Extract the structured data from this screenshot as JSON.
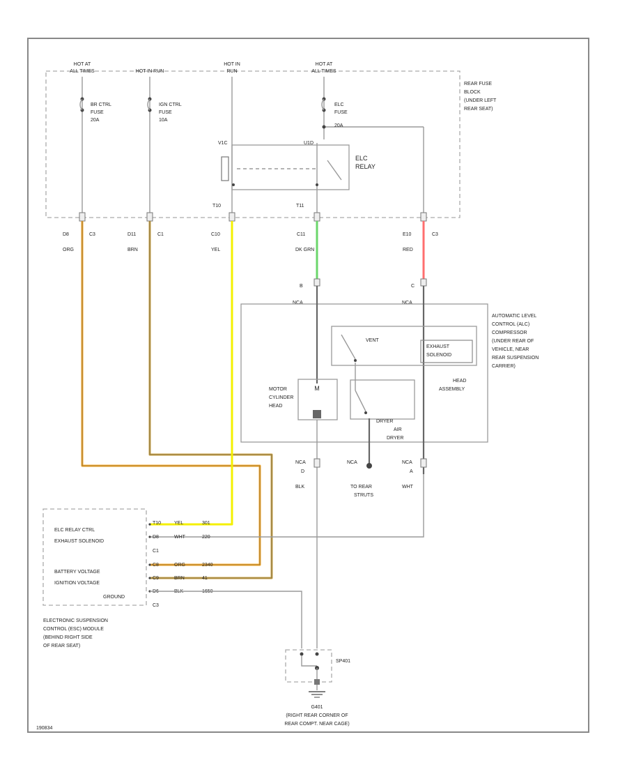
{
  "colors": {
    "orange": "#f5a623",
    "brown": "#c8a040",
    "yellow": "#f4f000",
    "dk_green": "#6bd66b",
    "red": "#ff6f6f"
  },
  "fuse_block": {
    "feeds": [
      {
        "l1": "HOT AT",
        "l2": "ALL TIMES"
      },
      {
        "l1": "HOT IN RUN",
        "l2": ""
      },
      {
        "l1": "HOT IN",
        "l2": "RUN"
      },
      {
        "l1": "HOT AT",
        "l2": "ALL TIMES"
      }
    ],
    "fuses": [
      {
        "l1": "BR CTRL",
        "l2": "FUSE",
        "l3": "20A"
      },
      {
        "l1": "IGN CTRL",
        "l2": "FUSE",
        "l3": "10A"
      },
      {
        "l1": "ELC",
        "l2": "FUSE",
        "l3": "20A"
      }
    ],
    "label": [
      "REAR FUSE",
      "BLOCK",
      "(UNDER LEFT",
      "REAR SEAT)"
    ],
    "relay": {
      "label1": "ELC",
      "label2": "RELAY",
      "pin1": "V1C",
      "pin2": "U1D"
    },
    "pins": [
      "T10",
      "T11"
    ]
  },
  "connectors": [
    {
      "pin": "D8",
      "conn": "C3",
      "color": "ORG"
    },
    {
      "pin": "D11",
      "conn": "C1",
      "color": "BRN"
    },
    {
      "pin": "C10",
      "conn": "",
      "color": "YEL"
    },
    {
      "pin": "C11",
      "conn": "",
      "color": "DK GRN"
    },
    {
      "pin": "E10",
      "conn": "C3",
      "color": "RED"
    }
  ],
  "alc": {
    "pins_top": [
      {
        "pin": "B",
        "conn": "NCA"
      },
      {
        "pin": "C",
        "conn": "NCA"
      }
    ],
    "label": [
      "AUTOMATIC LEVEL",
      "CONTROL (ALC)",
      "COMPRESSOR",
      "(UNDER REAR OF",
      "VEHICLE, NEAR",
      "REAR SUSPENSION",
      "CARRIER)"
    ],
    "vent": "VENT",
    "exhaust": [
      "EXHAUST",
      "SOLENOID"
    ],
    "motor": [
      "MOTOR",
      "CYLINDER",
      "HEAD"
    ],
    "head": [
      "HEAD",
      "ASSEMBLY"
    ],
    "dryer": [
      "DRYER",
      "AIR",
      "DRYER"
    ],
    "pins_bottom": [
      {
        "conn": "NCA",
        "pin": "D",
        "color": "BLK"
      },
      {
        "conn": "NCA",
        "pin": "",
        "color": ""
      },
      {
        "conn": "NCA",
        "pin": "A",
        "color": "WHT"
      }
    ],
    "to_struts": [
      "TO REAR",
      "STRUTS"
    ]
  },
  "esc": {
    "rows": [
      {
        "label": "ELC RELAY CTRL",
        "pin": "T10",
        "color": "YEL",
        "ckt": "301"
      },
      {
        "label": "EXHAUST SOLENOID",
        "pin": "D8",
        "color": "WHT",
        "ckt": "220"
      },
      {
        "label": "BATTERY VOLTAGE",
        "pin": "C8",
        "color": "ORG",
        "ckt": "2340"
      },
      {
        "label": "IGNITION VOLTAGE",
        "pin": "C9",
        "color": "BRN",
        "ckt": "41"
      },
      {
        "label": "GROUND",
        "pin": "D6",
        "color": "BLK",
        "ckt": "1650"
      }
    ],
    "conns": [
      "C1",
      "C3"
    ],
    "label": [
      "ELECTRONIC SUSPENSION",
      "CONTROL (ESC) MODULE",
      "(BEHIND RIGHT SIDE",
      "OF REAR SEAT)"
    ]
  },
  "ground": {
    "splice": "SP401",
    "label1": "G401",
    "label2": "(RIGHT REAR CORNER OF",
    "label3": "REAR COMPT. NEAR CAGE)"
  },
  "footer_id": "190834"
}
